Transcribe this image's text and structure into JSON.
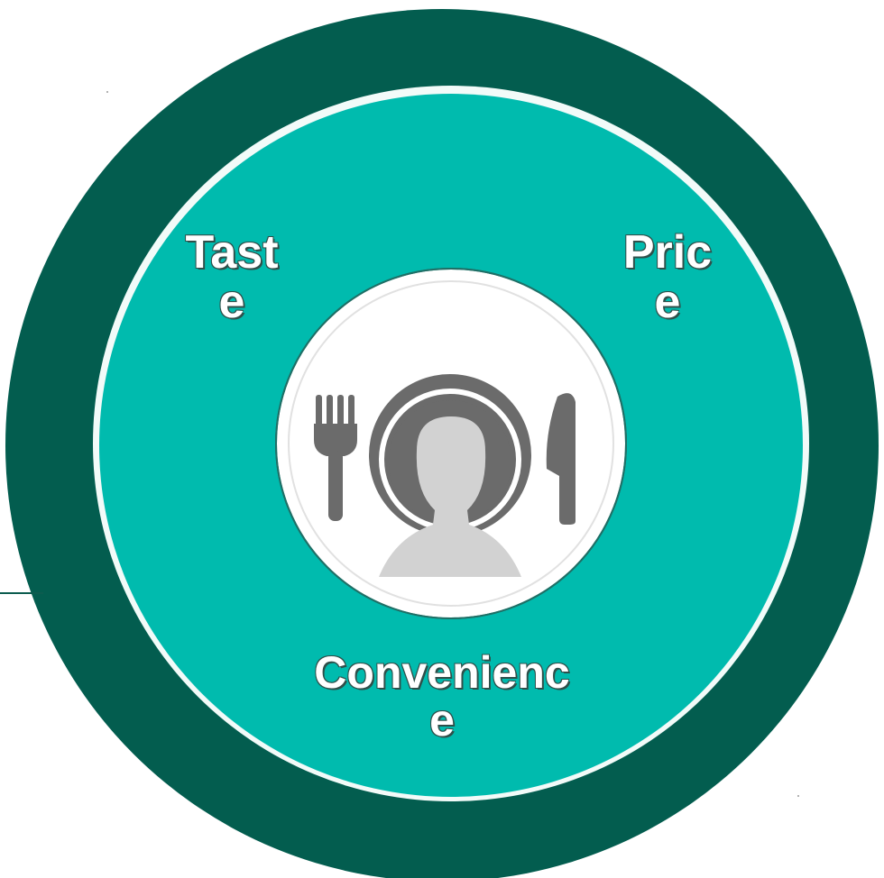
{
  "diagram": {
    "labels": {
      "taste": [
        "Tast",
        "e"
      ],
      "price": [
        "Pric",
        "e"
      ],
      "convenience": [
        "Convenienc",
        "e"
      ]
    },
    "colors": {
      "outer_ring": "#035d4f",
      "inner_disc": "#00bbae",
      "center_disc": "#ffffff",
      "icon": "#6b6b6b",
      "head": "#d2d2d2",
      "label_text": "#ffffff",
      "label_outline": "#2f4f4a"
    },
    "icons": [
      "fork-icon",
      "plate-icon",
      "person-icon",
      "knife-icon"
    ]
  }
}
